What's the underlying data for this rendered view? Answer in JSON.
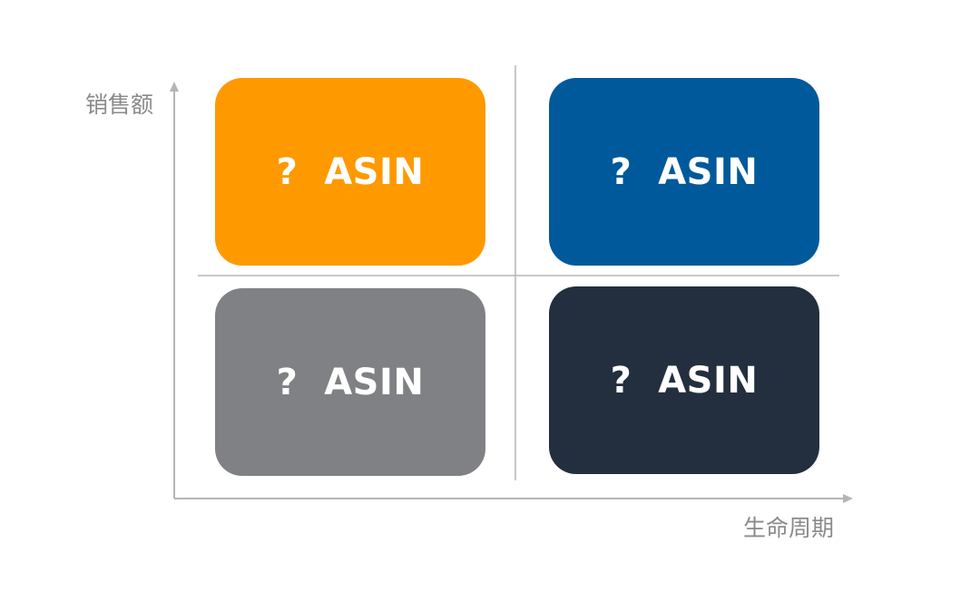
{
  "axes": {
    "y_label": "销售额",
    "x_label": "生命周期"
  },
  "quadrants": [
    {
      "label": "?  ASIN",
      "color": "#FF9900"
    },
    {
      "label": "?  ASIN",
      "color": "#00599A"
    },
    {
      "label": "?  ASIN",
      "color": "#808184"
    },
    {
      "label": "?  ASIN",
      "color": "#232F3E"
    }
  ]
}
